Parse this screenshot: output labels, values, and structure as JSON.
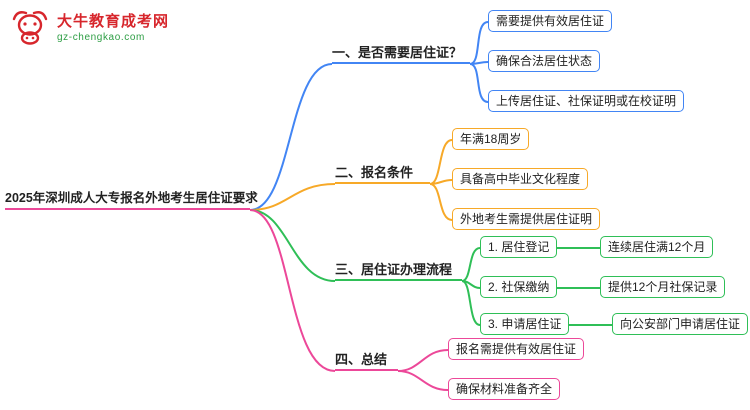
{
  "logo": {
    "title": "大牛教育成考网",
    "subtitle": "gz-chengkao.com",
    "title_color": "#d7262c",
    "subtitle_color": "#2e9e45"
  },
  "root": {
    "label": "2025年深圳成人大专报名外地考生居住证要求"
  },
  "branches": [
    {
      "label": "一、是否需要居住证？",
      "color": "#4285f4",
      "children": [
        {
          "label": "需要提供有效居住证"
        },
        {
          "label": "确保合法居住状态"
        },
        {
          "label": "上传居住证、社保证明或在校证明"
        }
      ]
    },
    {
      "label": "二、报名条件",
      "color": "#f7a928",
      "children": [
        {
          "label": "年满18周岁"
        },
        {
          "label": "具备高中毕业文化程度"
        },
        {
          "label": "外地考生需提供居住证明"
        }
      ]
    },
    {
      "label": "三、居住证办理流程",
      "color": "#2fbf57",
      "children": [
        {
          "label": "1. 居住登记",
          "detail": "连续居住满12个月"
        },
        {
          "label": "2. 社保缴纳",
          "detail": "提供12个月社保记录"
        },
        {
          "label": "3. 申请居住证",
          "detail": "向公安部门申请居住证"
        }
      ]
    },
    {
      "label": "四、总结",
      "color": "#ec4899",
      "children": [
        {
          "label": "报名需提供有效居住证"
        },
        {
          "label": "确保材料准备齐全"
        }
      ]
    }
  ]
}
